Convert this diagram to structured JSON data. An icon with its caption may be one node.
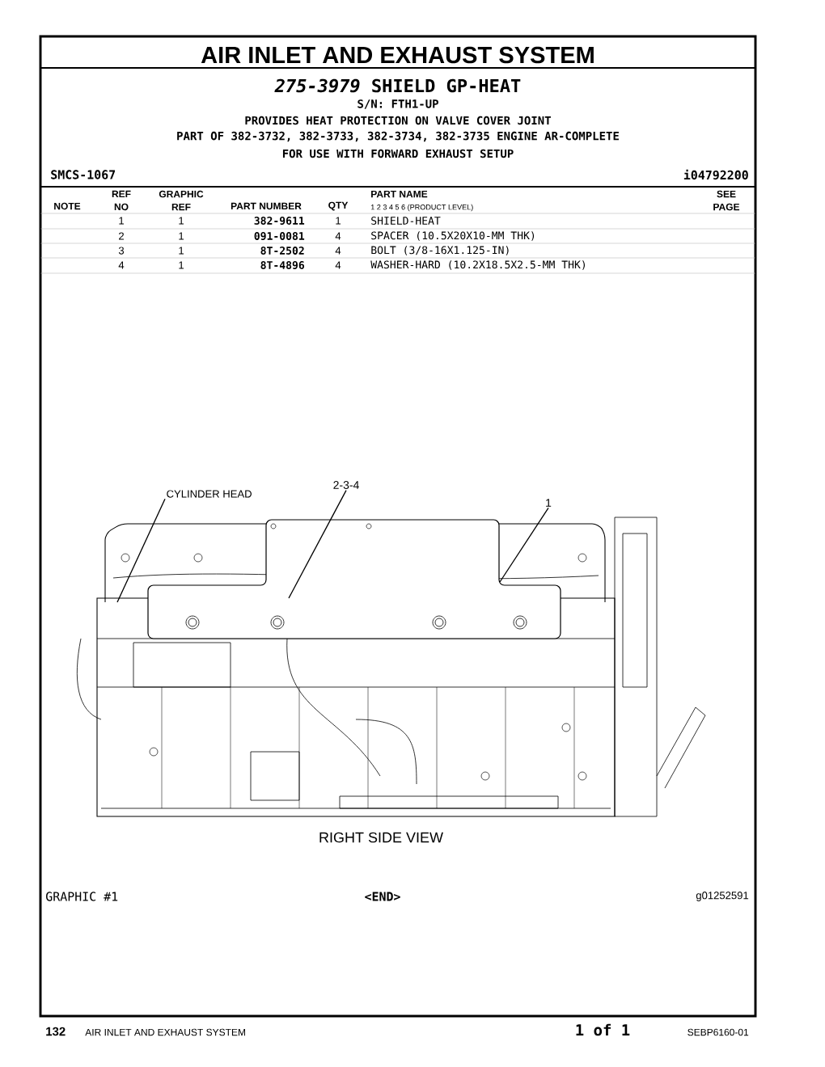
{
  "diagram": {
    "title": "AIR INLET AND EXHAUST SYSTEM",
    "nodes": [
      {
        "text": [
          "CYLINDER HEAD"
        ]
      },
      {
        "text": [
          "2-3-4"
        ]
      },
      {
        "text": [
          "1"
        ]
      }
    ],
    "edges": [
      {
        "from": 0,
        "to": null,
        "arrow": "none"
      },
      {
        "from": 1,
        "to": null,
        "arrow": "none"
      },
      {
        "from": 2,
        "to": null,
        "arrow": "none"
      }
    ],
    "labels": [
      "*275-3979* SHIELD GP-HEAT",
      "S/N: FTH1-UP",
      "PROVIDES HEAT PROTECTION ON VALVE COVER JOINT",
      "PART OF 382-3732, 382-3733, 382-3734, 382-3735 ENGINE AR-COMPLETE",
      "FOR USE WITH FORWARD EXHAUST SETUP",
      "SMCS-1067",
      "i04792200",
      "NOTE",
      "REF NO",
      "GRAPHIC REF",
      "PART NUMBER",
      "QTY",
      "PART NAME",
      "1 2 3 4 5 6 (PRODUCT LEVEL)",
      "SEE PAGE",
      "1",
      "1",
      "382-9611",
      "1",
      "SHIELD-HEAT",
      "2",
      "1",
      "091-0081",
      "4",
      "SPACER (10.5X20X10-MM THK)",
      "3",
      "1",
      "8T-2502",
      "4",
      "BOLT (3/8-16X1.125-IN)",
      "4",
      "1",
      "8T-4896",
      "4",
      "WASHER-HARD (10.2X18.5X2.5-MM THK)",
      "RIGHT SIDE VIEW",
      "GRAPHIC #1",
      "<END>",
      "g01252591",
      "132",
      "AIR INLET AND EXHAUST SYSTEM",
      "1 of 1",
      "SEBP6160-01"
    ]
  }
}
